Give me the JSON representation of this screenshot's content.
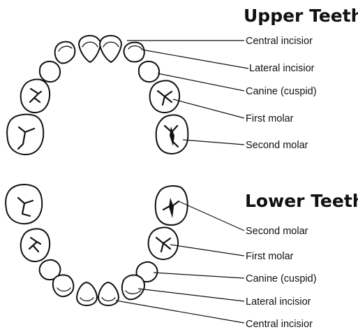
{
  "upper": {
    "title": "Upper Teeth",
    "labels": [
      "Central incisior",
      "Lateral incisior",
      "Canine (cuspid)",
      "First molar",
      "Second molar"
    ]
  },
  "lower": {
    "title": "Lower Teeth",
    "labels": [
      "Second molar",
      "First molar",
      "Canine (cuspid)",
      "Lateral incisior",
      "Central incisior"
    ]
  }
}
